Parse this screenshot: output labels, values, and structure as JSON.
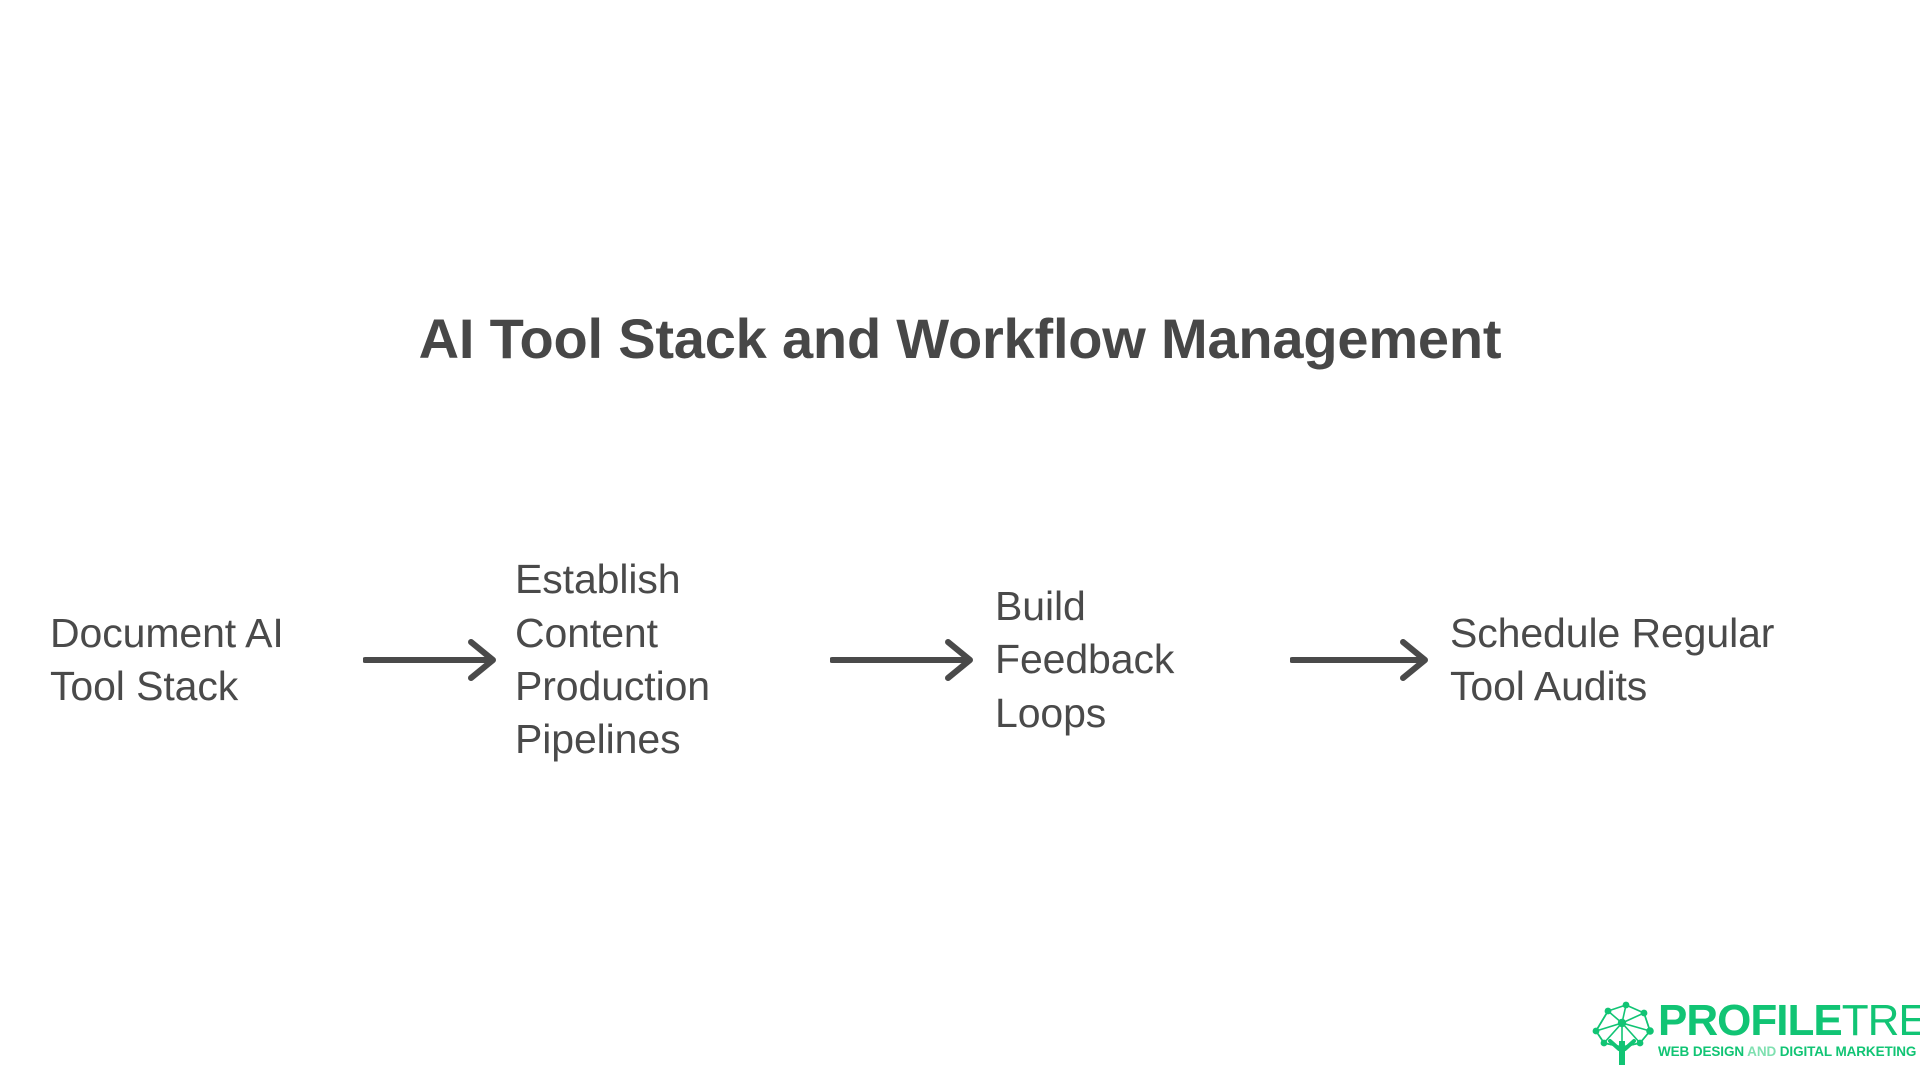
{
  "slide": {
    "title": "AI Tool Stack and Workflow Management",
    "background_color": "#ffffff",
    "title_color": "#474747",
    "node_text_color": "#4a4a4a",
    "arrow_color": "#4a4a4a"
  },
  "flow": {
    "nodes": [
      {
        "id": "document-ai-tool-stack",
        "label": "Document AI Tool Stack"
      },
      {
        "id": "establish-content-production-pipelines",
        "label": "Establish Content Production Pipelines"
      },
      {
        "id": "build-feedback-loops",
        "label": "Build Feedback Loops"
      },
      {
        "id": "schedule-regular-tool-audits",
        "label": "Schedule Regular Tool Audits"
      }
    ],
    "arrows": [
      {
        "id": "arrow-1",
        "direction": "right"
      },
      {
        "id": "arrow-2",
        "direction": "right"
      },
      {
        "id": "arrow-3",
        "direction": "right"
      }
    ]
  },
  "logo": {
    "icon_name": "network-tree-icon",
    "word_primary": "PROFILE",
    "word_secondary": "TREE",
    "tagline_part_1": "WEB DESIGN",
    "tagline_part_2": "AND",
    "tagline_part_3": "DIGITAL MARKETING",
    "brand_color": "#11c474",
    "brand_color_light": "#7fe0b0"
  }
}
